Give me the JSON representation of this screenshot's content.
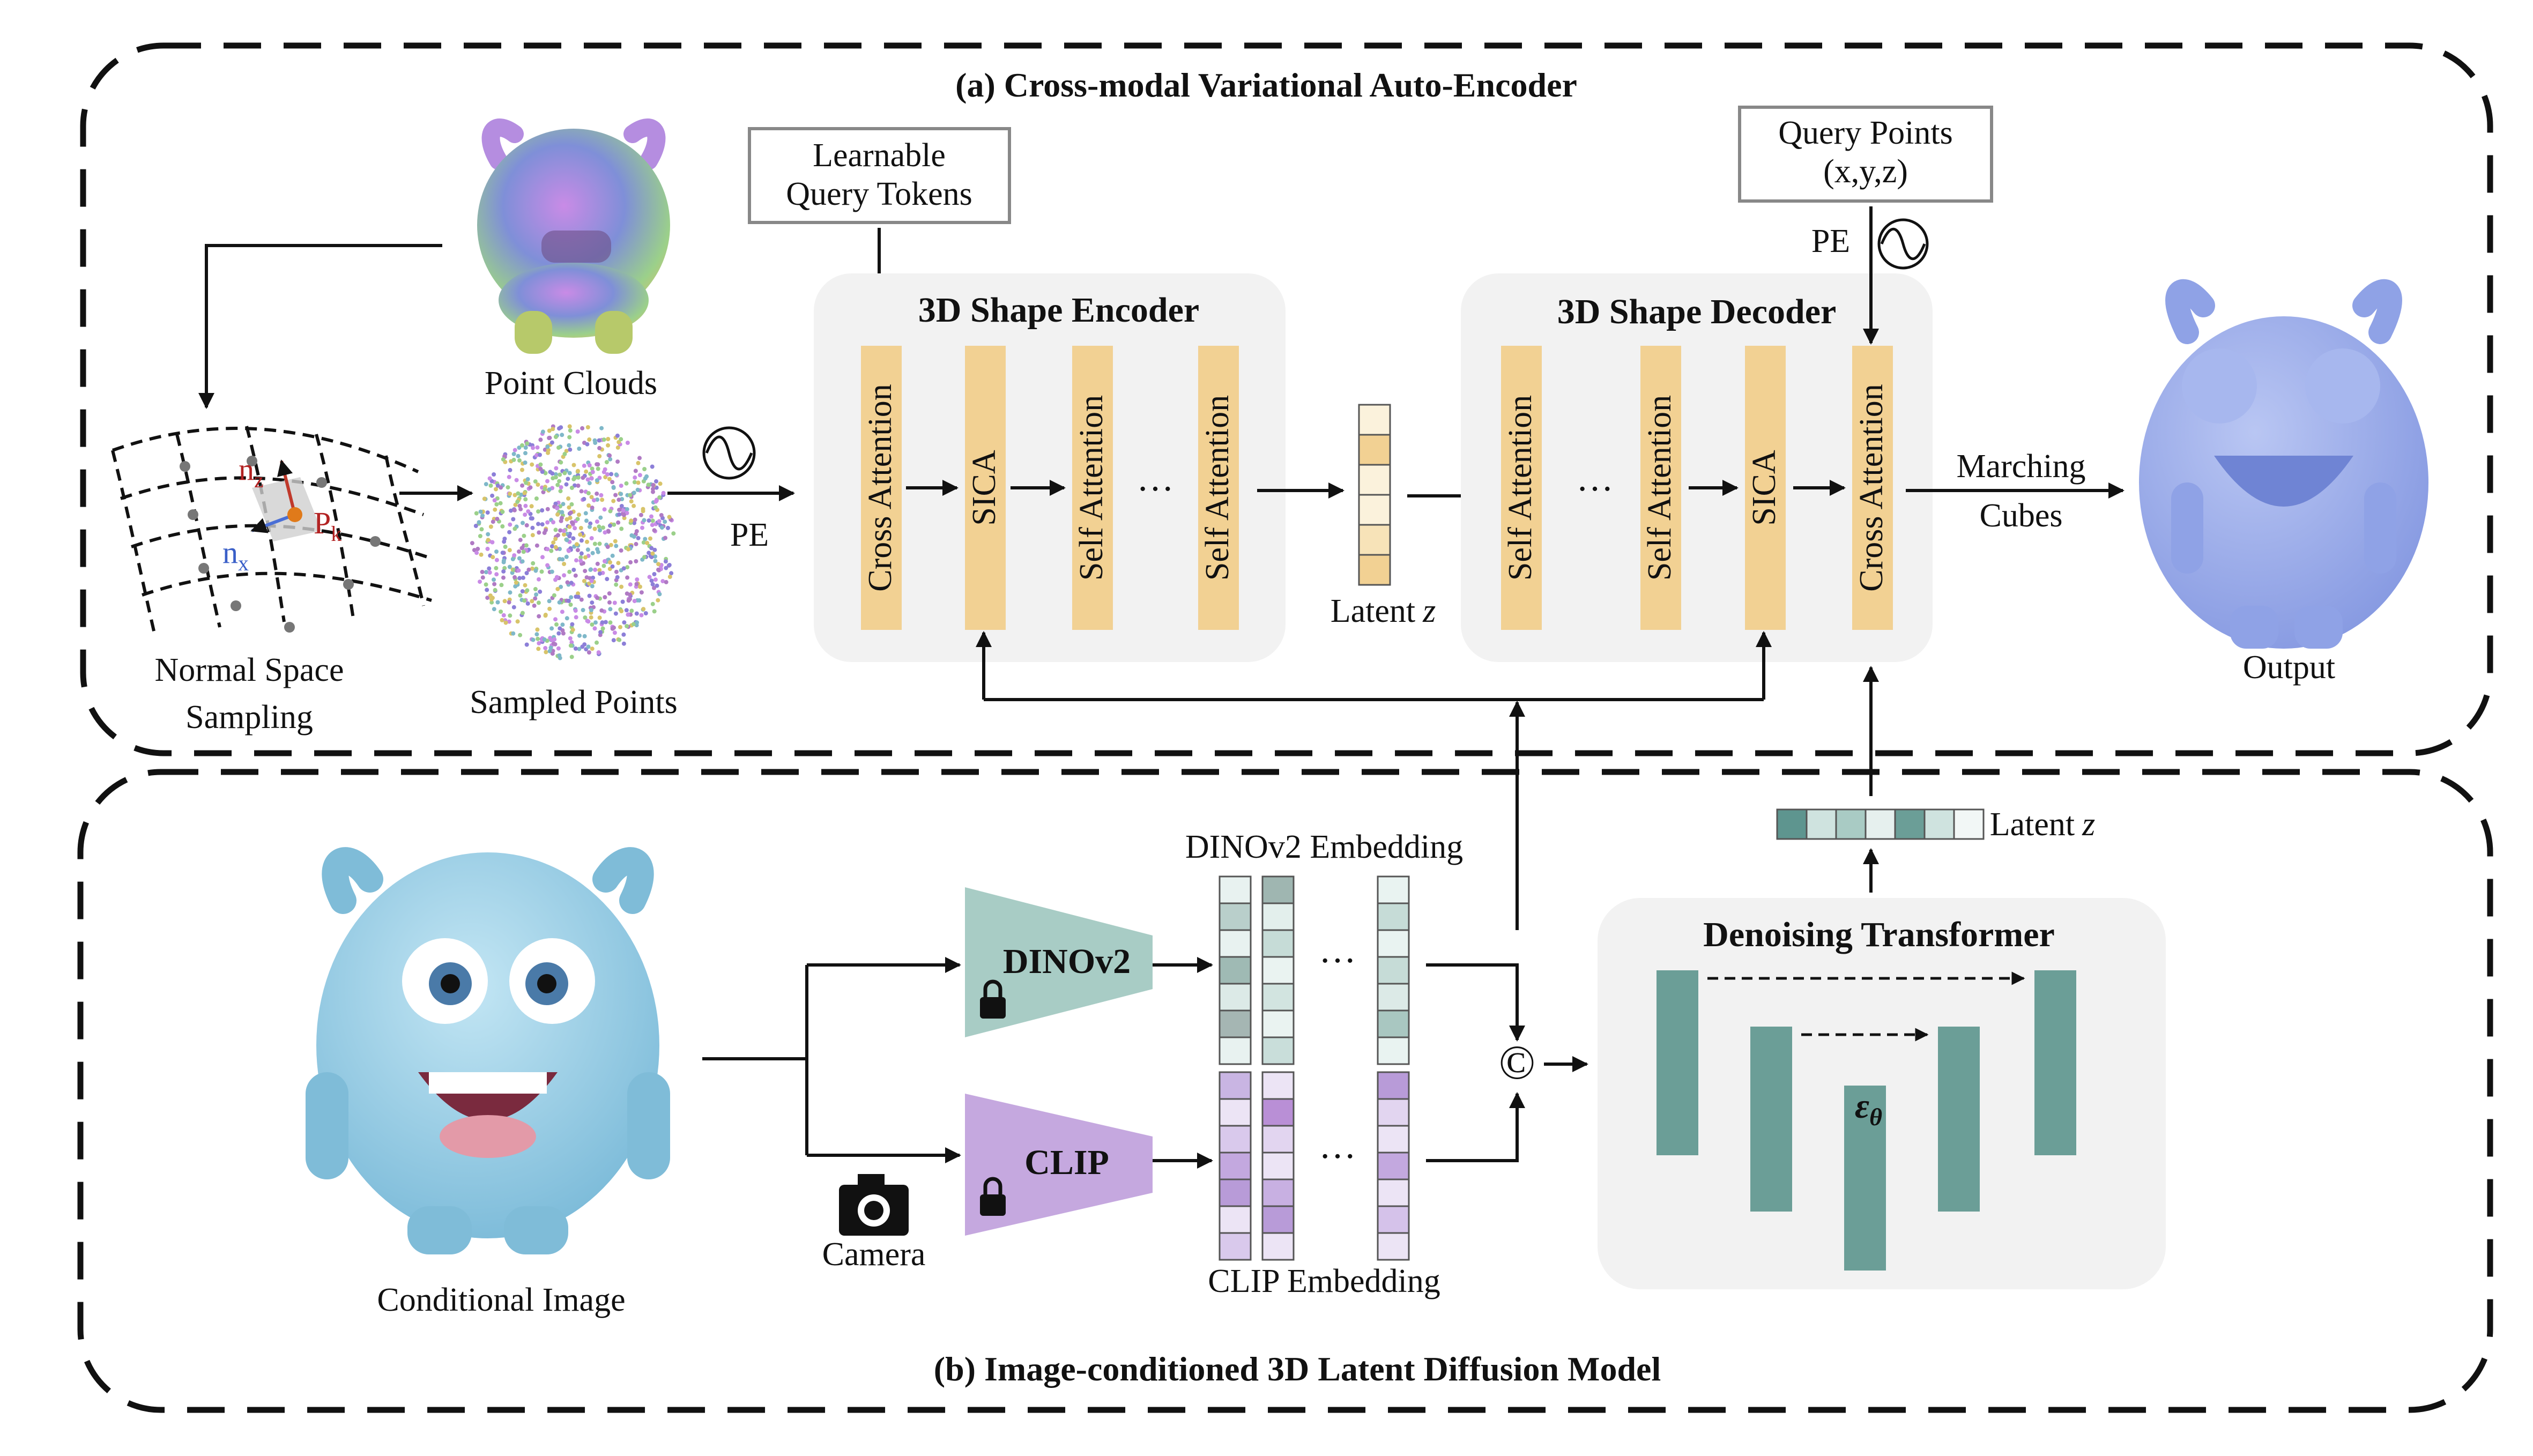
{
  "panel_a": {
    "title": "(a) Cross-modal Variational Auto-Encoder"
  },
  "panel_b": {
    "title": "(b) Image-conditioned 3D Latent Diffusion Model"
  },
  "labels": {
    "point_clouds": "Point Clouds",
    "sampled_points": "Sampled Points",
    "normal_space_line1": "Normal Space",
    "normal_space_line2": "Sampling",
    "nz": "n",
    "nz_sub": "z",
    "nx": "n",
    "nx_sub": "x",
    "pk": "P",
    "pk_sub": "k",
    "pe": "PE",
    "pe_decoder": "PE",
    "learnable_line1": "Learnable",
    "learnable_line2": "Query Tokens",
    "query_line1": "Query Points",
    "query_line2": "(x,y,z)",
    "encoder_title": "3D Shape Encoder",
    "decoder_title": "3D Shape Decoder",
    "latent_z": "Latent",
    "latent_z2": "Latent",
    "z_symbol": "z",
    "marching_line1": "Marching",
    "marching_line2": "Cubes",
    "output": "Output",
    "ellipsis": "···",
    "conditional_image": "Conditional Image",
    "camera": "Camera",
    "dinov2": "DINOv2",
    "clip": "CLIP",
    "dinov2_embedding": "DINOv2 Embedding",
    "clip_embedding": "CLIP Embedding",
    "concat": "©",
    "denoising_title": "Denoising Transformer",
    "epsilon": "ε",
    "epsilon_sub": "θ"
  },
  "encoder_blocks": [
    "Cross Attention",
    "SICA",
    "Self Attention",
    "Self Attention"
  ],
  "decoder_blocks": [
    "Self Attention",
    "Self Attention",
    "SICA",
    "Cross Attention"
  ],
  "colors": {
    "block": "#F2D193",
    "module_bg": "#F2F2F2",
    "teal": "#6B9E97",
    "teal_light": "#A9CBC4",
    "clip_purple": "#C5A8DF",
    "dino_teal": "#A8CCC5",
    "point_blue": "#8FA2E6",
    "monster_blue": "#8AC6E3",
    "latent_fills": [
      "#FBF2DC",
      "#F2D193",
      "#FBF2DC",
      "#FBF2DC",
      "#F7E3B8",
      "#F2D193"
    ],
    "latent_b_fills": [
      "#5E958F",
      "#CFE3DF",
      "#A9CBC4",
      "#E6F0EE",
      "#6B9E97",
      "#CFE3DF",
      "#F2F7F6"
    ],
    "dino_col1": [
      "#E8F2F0",
      "#B9CFCB",
      "#E8F2F0",
      "#9FBAB4",
      "#DCEAE7",
      "#A5B6B3",
      "#E8F2F0"
    ],
    "dino_col2": [
      "#9FB6B1",
      "#E3EFEC",
      "#C6DCD7",
      "#EAF3F1",
      "#D2E4E0",
      "#EAF3F1",
      "#C9DEDA"
    ],
    "dino_col3": [
      "#E9F3F1",
      "#C6DCD7",
      "#E9F3F1",
      "#C6DCD7",
      "#DCEAE7",
      "#A9C7C1",
      "#E9F3F1"
    ],
    "clip_col1": [
      "#C9B5E3",
      "#ECE4F5",
      "#D9C9EC",
      "#C3A8DF",
      "#B89BD8",
      "#ECE4F5",
      "#D9C9EC"
    ],
    "clip_col2": [
      "#ECE4F5",
      "#B98FD6",
      "#E2D5F0",
      "#ECE4F5",
      "#C8B0E2",
      "#B89BD8",
      "#ECE4F5"
    ],
    "clip_col3": [
      "#B89BD8",
      "#E2D5F0",
      "#ECE4F5",
      "#C3A8DF",
      "#ECE4F5",
      "#D5C2EA",
      "#ECE4F5"
    ]
  }
}
